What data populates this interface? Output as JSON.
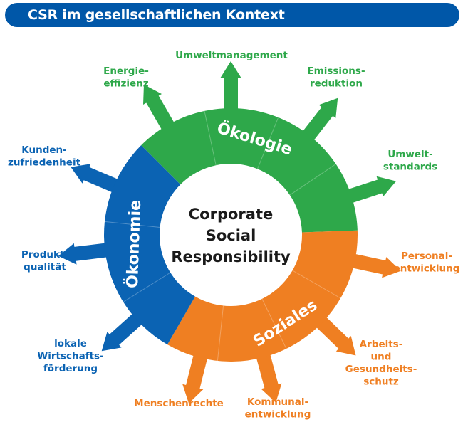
{
  "title": "CSR im gesellschaftlichen Kontext",
  "center": [
    "Corporate",
    "Social",
    "Responsibility"
  ],
  "colors": {
    "title_bar": "#0057a8",
    "oekologie": "#2ea84a",
    "soziales": "#ef7f22",
    "oekonomie": "#0b63b3",
    "center_text": "#1a1a1a"
  },
  "sectors": {
    "oekologie": "Ökologie",
    "soziales": "Soziales",
    "oekonomie": "Ökonomie"
  },
  "labels": [
    {
      "id": "umweltmanagement",
      "group": "oekologie",
      "lines": [
        "Umweltmanagement"
      ]
    },
    {
      "id": "emissionsreduktion",
      "group": "oekologie",
      "lines": [
        "Emissions-",
        "reduktion"
      ]
    },
    {
      "id": "umweltstandards",
      "group": "oekologie",
      "lines": [
        "Umwelt-",
        "standards"
      ]
    },
    {
      "id": "energieeffizienz",
      "group": "oekologie",
      "lines": [
        "Energie-",
        "effizienz"
      ]
    },
    {
      "id": "personalentwicklung",
      "group": "soziales",
      "lines": [
        "Personal-",
        "entwicklung"
      ]
    },
    {
      "id": "arbeitsschutz",
      "group": "soziales",
      "lines": [
        "Arbeits-",
        "und",
        "Gesundheits-",
        "schutz"
      ]
    },
    {
      "id": "kommunalentwicklung",
      "group": "soziales",
      "lines": [
        "Kommunal-",
        "entwicklung"
      ]
    },
    {
      "id": "menschenrechte",
      "group": "soziales",
      "lines": [
        "Menschenrechte"
      ]
    },
    {
      "id": "kundenzufriedenheit",
      "group": "oekonomie",
      "lines": [
        "Kunden-",
        "zufriedenheit"
      ]
    },
    {
      "id": "produktqualitaet",
      "group": "oekonomie",
      "lines": [
        "Produkt-",
        "qualität"
      ]
    },
    {
      "id": "wirtschaftsfoerderung",
      "group": "oekonomie",
      "lines": [
        "lokale",
        "Wirtschafts-",
        "förderung"
      ]
    }
  ]
}
